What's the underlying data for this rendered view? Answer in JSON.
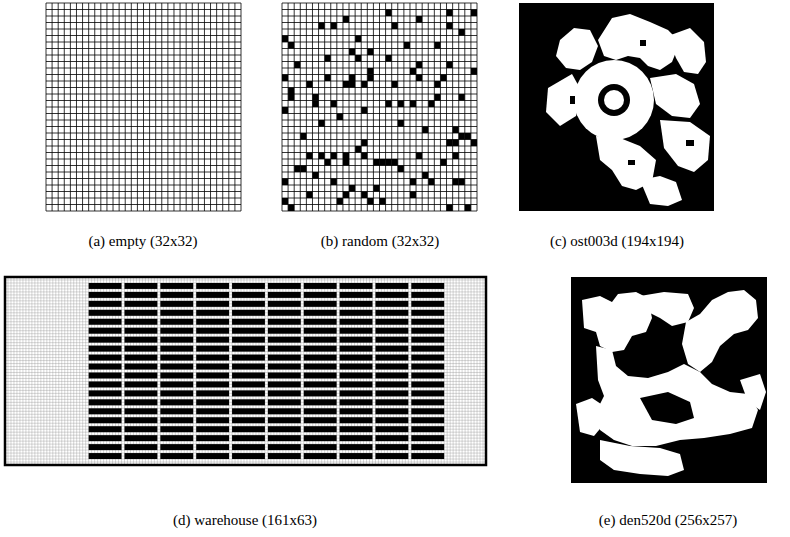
{
  "diagram": {
    "labels": [
      "(a) empty (32x32)",
      "(b) random (32x32)",
      "(c) ost003d (194x194)",
      "(d) warehouse (161x63)",
      "(e) den520d (256x257)"
    ]
  }
}
